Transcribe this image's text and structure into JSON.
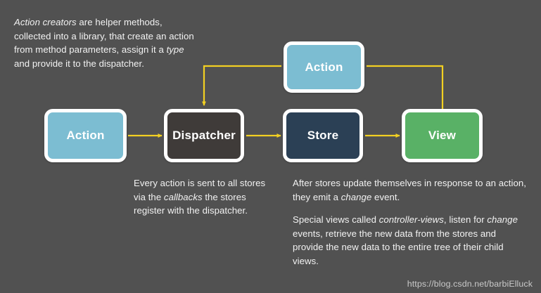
{
  "diagram": {
    "title": "Flux data flow diagram",
    "background_color": "#515151",
    "arrow_color": "#f2d022",
    "nodes": [
      {
        "id": "action-left",
        "label": "Action",
        "color": "#7cbdd2"
      },
      {
        "id": "dispatcher",
        "label": "Dispatcher",
        "color": "#3f3b39"
      },
      {
        "id": "store",
        "label": "Store",
        "color": "#2b4055"
      },
      {
        "id": "view",
        "label": "View",
        "color": "#59b166"
      },
      {
        "id": "action-top",
        "label": "Action",
        "color": "#7cbdd2"
      }
    ],
    "edges": [
      {
        "from": "action-left",
        "to": "dispatcher"
      },
      {
        "from": "dispatcher",
        "to": "store"
      },
      {
        "from": "store",
        "to": "view"
      },
      {
        "from": "view",
        "to": "action-top"
      },
      {
        "from": "action-top",
        "to": "dispatcher"
      }
    ]
  },
  "annotations": {
    "intro": {
      "html": "<em>Action creators</em> are helper methods, collected into a library, that create an action from method parameters, assign it a <em>type</em> and provide it to the dispatcher.",
      "plain": "Action creators are helper methods, collected into a library, that create an action from method parameters, assign it a type and provide it to the dispatcher."
    },
    "dispatcher_note": {
      "html": "Every action is sent to all stores via the <em>callbacks</em> the stores register with the dispatcher.",
      "plain": "Every action is sent to all stores via the callbacks the stores register with the dispatcher."
    },
    "store_note": {
      "html": "After stores update themselves in response to an action, they emit a <em>change</em> event.",
      "plain": "After stores update themselves in response to an action, they emit a change event."
    },
    "view_note": {
      "html": "Special views called <em>controller-views</em>, listen for <em>change</em> events, retrieve the new data from the stores and provide the new data to the entire tree of their child views.",
      "plain": "Special views called controller-views, listen for change events, retrieve the new data from the stores and provide the new data to the entire tree of their child views."
    }
  },
  "watermark": {
    "url": "https://blog.csdn.net/barbiElluck"
  }
}
